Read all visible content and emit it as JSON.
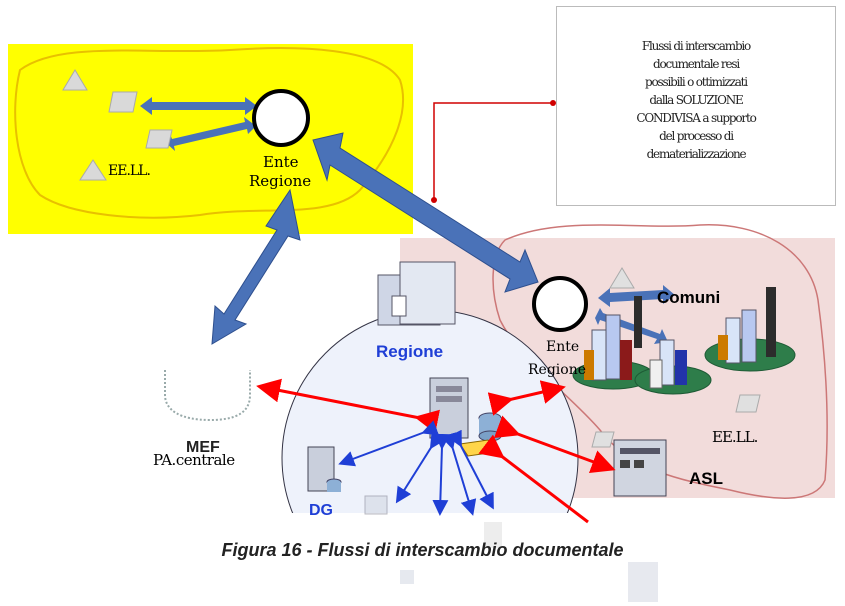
{
  "diagram": {
    "note_text": "Flussi di interscambio\ndocumentale resi\npossibili o ottimizzati\ndalla SOLUZIONE\nCONDIVISA a supporto\ndel processo di\ndematerializzazione",
    "labels": {
      "eell_top": "EE.LL.",
      "ente_regione_top_1": "Ente",
      "ente_regione_top_2": "Regione",
      "ente_regione_right_1": "Ente",
      "ente_regione_right_2": "Regione",
      "comuni": "Comuni",
      "eell_right": "EE.LL.",
      "regione": "Regione",
      "mef": "MEF",
      "pa_centrale": "PA.centrale",
      "asl": "ASL",
      "dg": "DG"
    },
    "caption": "Figura 16 - Flussi di interscambio documentale",
    "colors": {
      "yellow_region": "#ffff00",
      "pink_region": "#f2dcdb",
      "blue_arrow": "#4a72b8",
      "red_arrow": "#ff0000",
      "circle_fill": "#eef2fb",
      "label_blue": "#1f3fd6"
    }
  }
}
